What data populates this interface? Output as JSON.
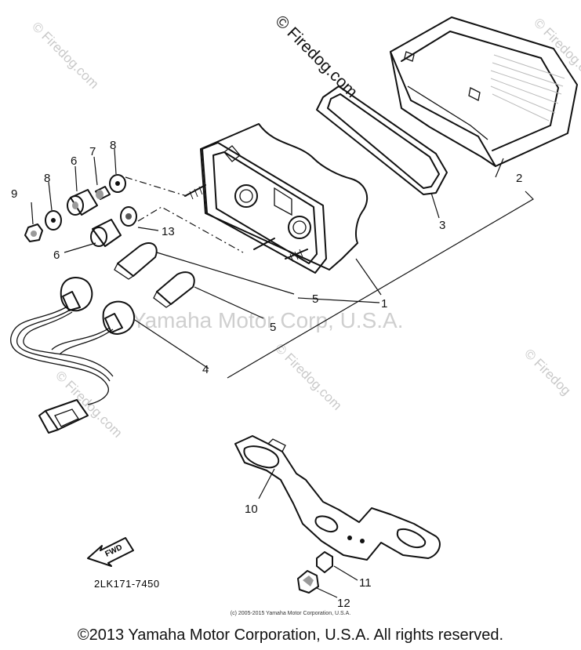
{
  "watermarks": {
    "center": "© Firedog.com",
    "corner": "© Firedog.com",
    "center_lower": "© Firedog.com",
    "right_mid": "© Firedog",
    "left_mid": "© Firedog.com",
    "yamaha": "Yamaha Motor Corp, U.S.A."
  },
  "callouts": [
    "1",
    "2",
    "3",
    "4",
    "5",
    "5",
    "6",
    "6",
    "7",
    "8",
    "8",
    "9",
    "10",
    "11",
    "12",
    "13"
  ],
  "fwd_label": "FWD",
  "part_code": "2LK171-7450",
  "small_copyright": "(c) 2005-2015 Yamaha Motor Corporation, U.S.A.",
  "footer": "©2013 Yamaha Motor Corporation, U.S.A. All rights reserved."
}
